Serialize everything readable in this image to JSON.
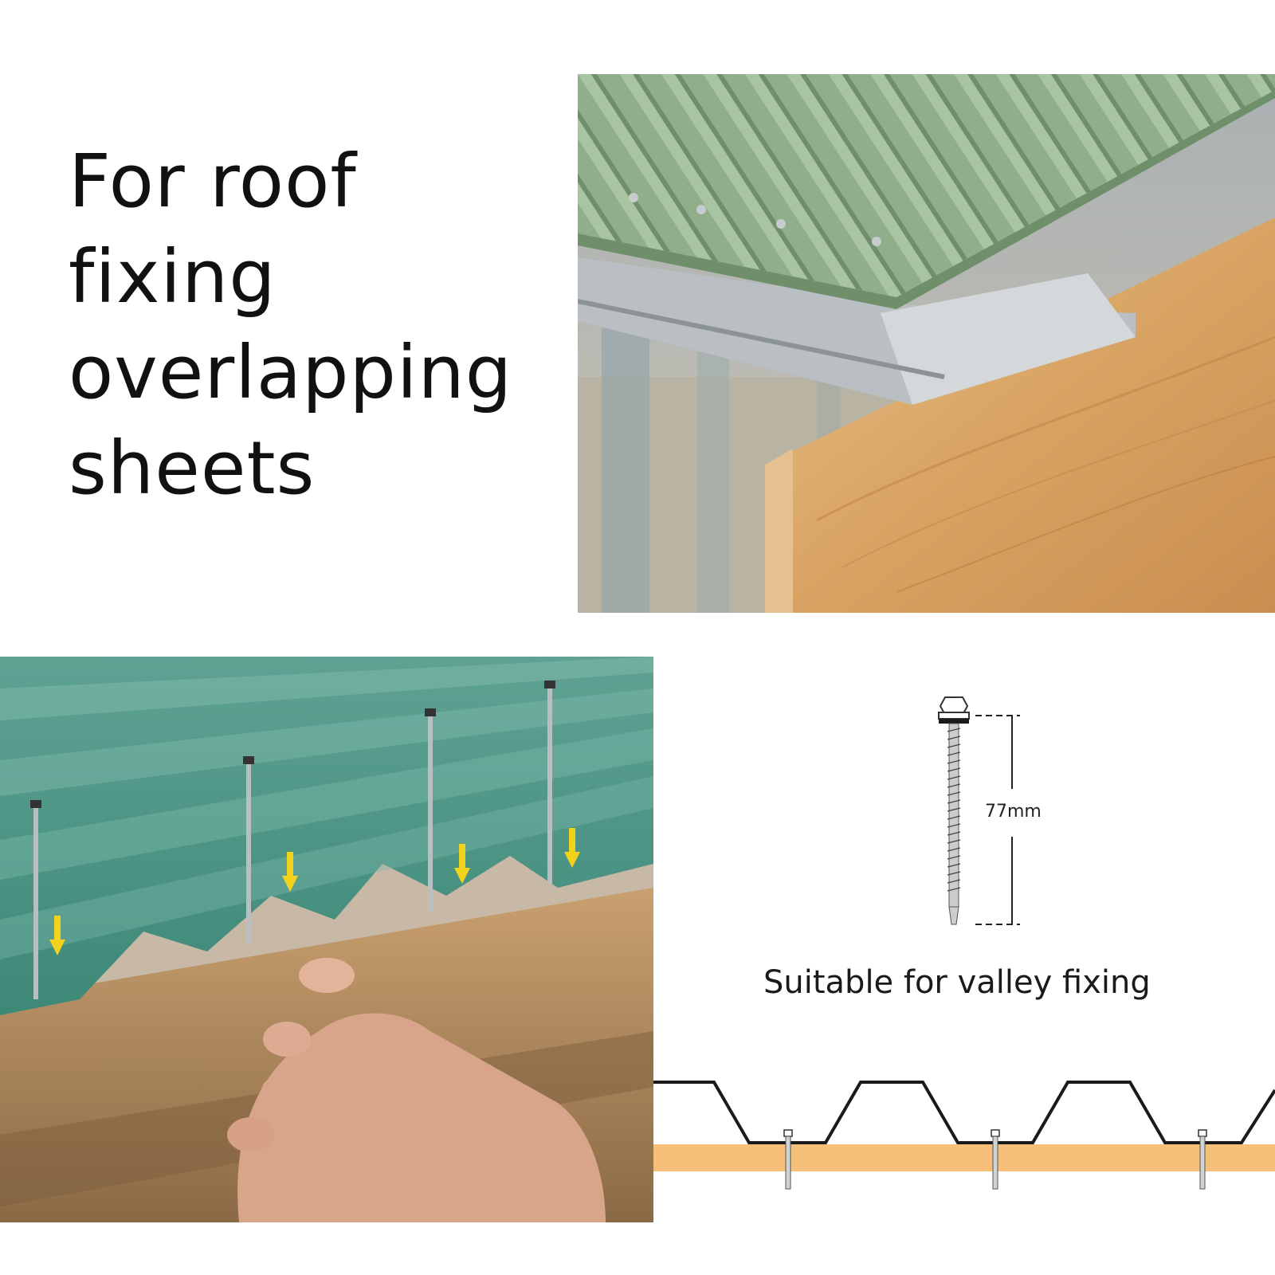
{
  "headline": {
    "lines": [
      "For roof",
      "fixing",
      "overlapping",
      "sheets"
    ]
  },
  "photos": {
    "roof_purlin": "photo of green corrugated roof sheet fixed onto metal purlin over timber beam",
    "screws_install": "photo of hand holding green trapezoidal roof sheet with screws and yellow arrows"
  },
  "dimension": {
    "label": "77mm"
  },
  "caption": {
    "text": "Suitable for valley fixing"
  },
  "colors": {
    "roof_green_light": "#8fb08a",
    "roof_green_teal": "#3f8f7c",
    "arrow_yellow": "#f2d21b",
    "timber": "#d9a86a",
    "diagram_board": "#f7c07a"
  }
}
